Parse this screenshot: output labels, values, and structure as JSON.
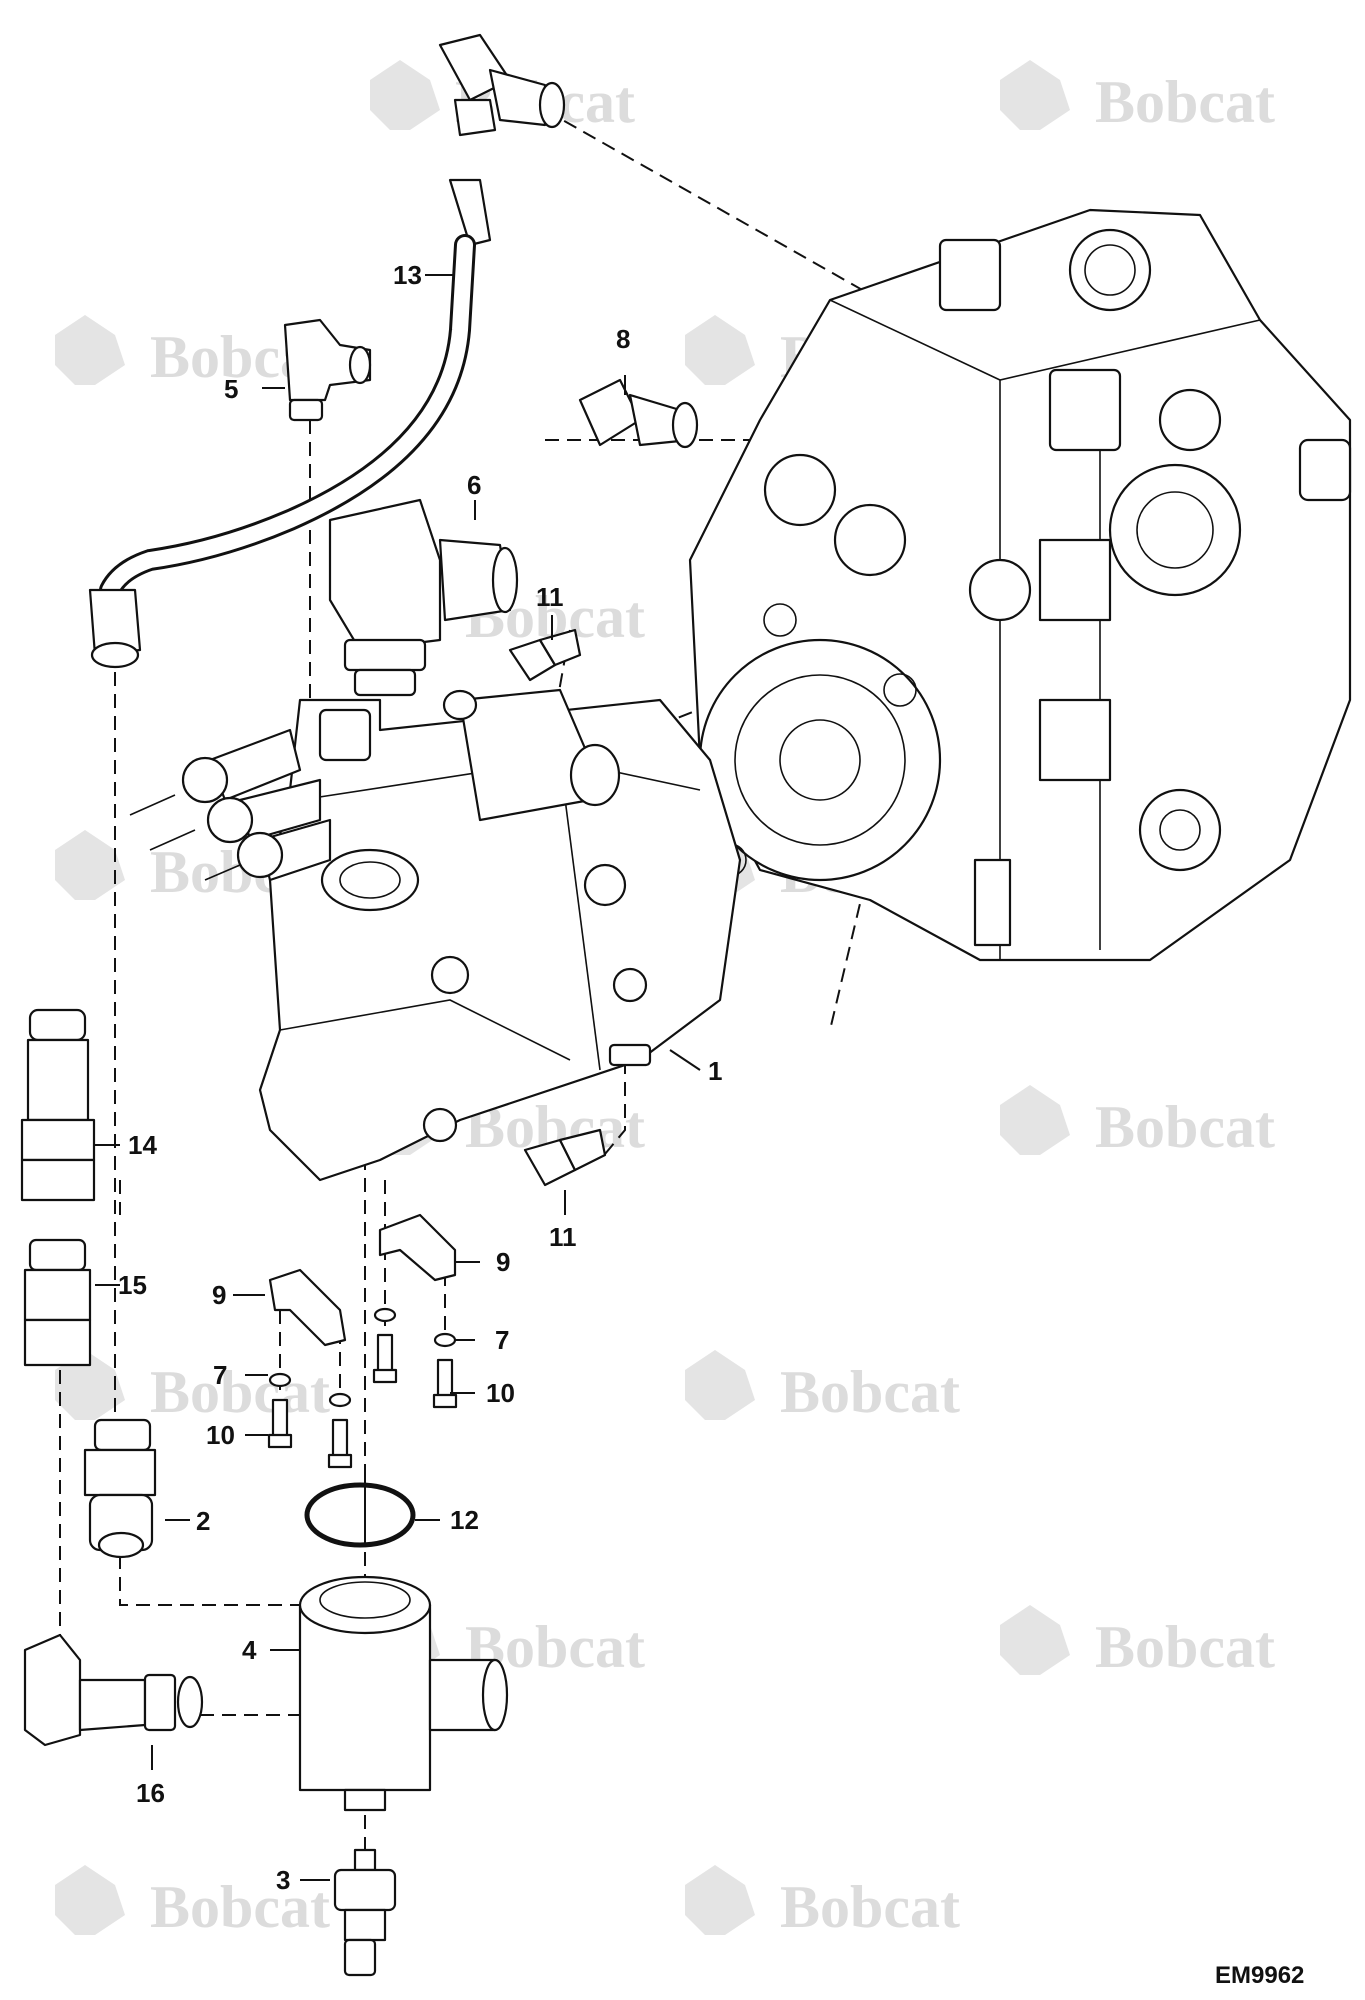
{
  "diagram": {
    "figure_id": "EM9962",
    "watermark_text": "Bobcat",
    "callouts": [
      {
        "id": "c1",
        "label": "1"
      },
      {
        "id": "c2",
        "label": "2"
      },
      {
        "id": "c3",
        "label": "3"
      },
      {
        "id": "c4",
        "label": "4"
      },
      {
        "id": "c5",
        "label": "5"
      },
      {
        "id": "c6",
        "label": "6"
      },
      {
        "id": "c7a",
        "label": "7"
      },
      {
        "id": "c7b",
        "label": "7"
      },
      {
        "id": "c8",
        "label": "8"
      },
      {
        "id": "c9a",
        "label": "9"
      },
      {
        "id": "c9b",
        "label": "9"
      },
      {
        "id": "c10a",
        "label": "10"
      },
      {
        "id": "c10b",
        "label": "10"
      },
      {
        "id": "c11a",
        "label": "11"
      },
      {
        "id": "c11b",
        "label": "11"
      },
      {
        "id": "c12",
        "label": "12"
      },
      {
        "id": "c13",
        "label": "13"
      },
      {
        "id": "c14",
        "label": "14"
      },
      {
        "id": "c15",
        "label": "15"
      },
      {
        "id": "c16",
        "label": "16"
      }
    ]
  }
}
